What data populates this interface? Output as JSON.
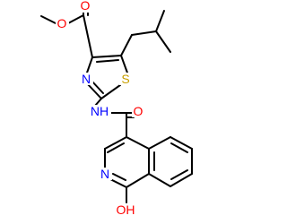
{
  "colors": {
    "background": "#ffffff",
    "bond": "#000000",
    "carbon": "#000000",
    "oxygen": "#ff0000",
    "nitrogen": "#0000ff",
    "sulfur": "#c8a000"
  },
  "atoms": {
    "ester_carbonyl_o": {
      "text": "O",
      "element": "O"
    },
    "ester_o": {
      "text": "O",
      "element": "O"
    },
    "thiazole_n": {
      "text": "N",
      "element": "N"
    },
    "thiazole_s": {
      "text": "S",
      "element": "S"
    },
    "amide_nh": {
      "text": "NH",
      "element": "N"
    },
    "amide_o": {
      "text": "O",
      "element": "O"
    },
    "isoquinoline_n": {
      "text": "N",
      "element": "N"
    },
    "hydroxyl_oh": {
      "text": "OH",
      "element": "O"
    }
  }
}
